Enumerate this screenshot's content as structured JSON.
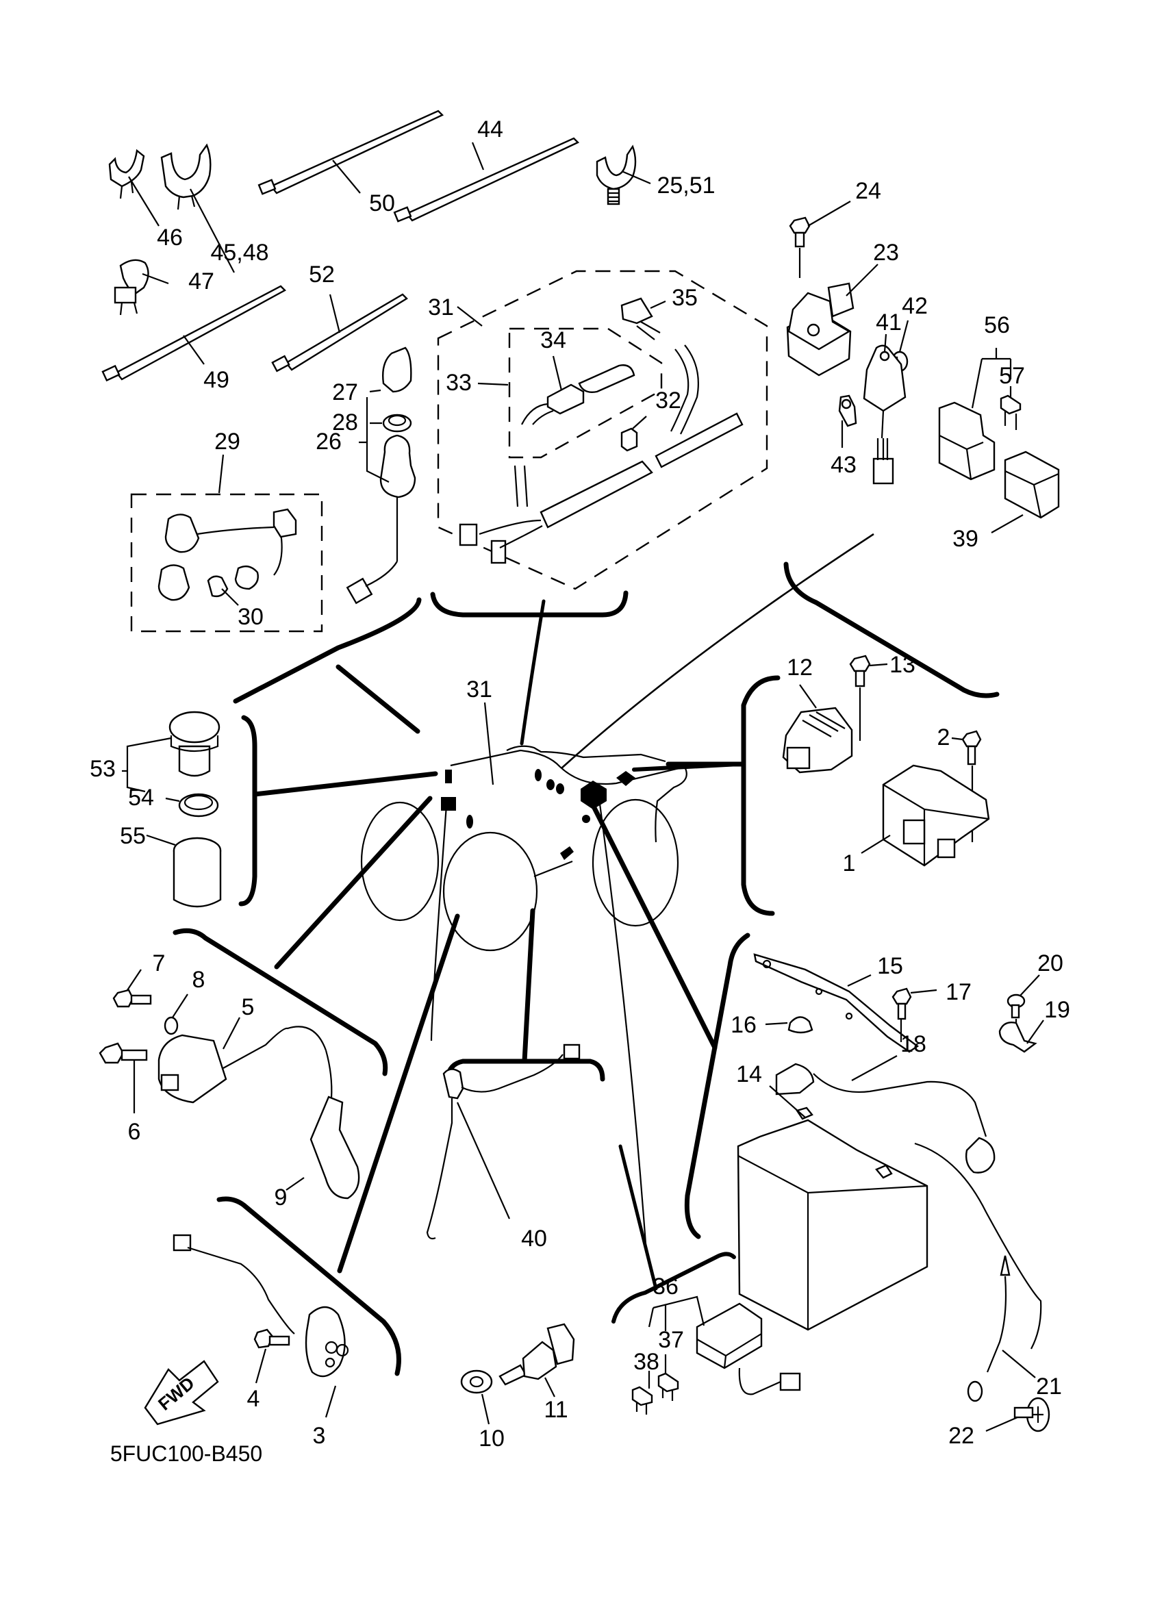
{
  "diagram": {
    "title_code": "5FUC100-B450",
    "fwd_arrow_label": "FWD",
    "callouts": [
      {
        "id": "46",
        "part": "clamp-small"
      },
      {
        "id": "45,48",
        "part": "clamp-large"
      },
      {
        "id": "50",
        "part": "cable-tie"
      },
      {
        "id": "44",
        "part": "cable-tie"
      },
      {
        "id": "25,51",
        "part": "clamp-screw"
      },
      {
        "id": "47",
        "part": "clamp"
      },
      {
        "id": "49",
        "part": "cable-tie"
      },
      {
        "id": "52",
        "part": "cable-tie"
      },
      {
        "id": "24",
        "part": "bolt"
      },
      {
        "id": "23",
        "part": "starter-relay"
      },
      {
        "id": "42",
        "part": "bolt"
      },
      {
        "id": "41",
        "part": "relay"
      },
      {
        "id": "43",
        "part": "clip"
      },
      {
        "id": "56",
        "part": "fuse-box"
      },
      {
        "id": "57",
        "part": "fuse"
      },
      {
        "id": "39",
        "part": "relay-unit"
      },
      {
        "id": "31",
        "part": "wire-harness"
      },
      {
        "id": "35",
        "part": "cap"
      },
      {
        "id": "34",
        "part": "connector"
      },
      {
        "id": "33",
        "part": "sub-harness"
      },
      {
        "id": "32",
        "part": "connector"
      },
      {
        "id": "27",
        "part": "key-cap"
      },
      {
        "id": "28",
        "part": "nut"
      },
      {
        "id": "26",
        "part": "main-switch"
      },
      {
        "id": "29",
        "part": "lead-set"
      },
      {
        "id": "30",
        "part": "bulb"
      },
      {
        "id": "53",
        "part": "socket"
      },
      {
        "id": "54",
        "part": "nut"
      },
      {
        "id": "55",
        "part": "cap"
      },
      {
        "id": "12",
        "part": "rectifier-regulator"
      },
      {
        "id": "13",
        "part": "bolt"
      },
      {
        "id": "2",
        "part": "bolt"
      },
      {
        "id": "1",
        "part": "cdi-unit"
      },
      {
        "id": "7",
        "part": "bolt"
      },
      {
        "id": "8",
        "part": "washer"
      },
      {
        "id": "5",
        "part": "ignition-coil"
      },
      {
        "id": "6",
        "part": "bolt"
      },
      {
        "id": "9",
        "part": "spark-plug-cap"
      },
      {
        "id": "15",
        "part": "battery-band"
      },
      {
        "id": "17",
        "part": "bolt"
      },
      {
        "id": "16",
        "part": "damper"
      },
      {
        "id": "20",
        "part": "rivet"
      },
      {
        "id": "19",
        "part": "clamp"
      },
      {
        "id": "18",
        "part": "battery-cable"
      },
      {
        "id": "14",
        "part": "battery"
      },
      {
        "id": "40",
        "part": "brake-switch"
      },
      {
        "id": "36",
        "part": "fuse-box"
      },
      {
        "id": "37",
        "part": "fuse"
      },
      {
        "id": "38",
        "part": "fuse"
      },
      {
        "id": "21",
        "part": "ground-lead"
      },
      {
        "id": "22",
        "part": "screw"
      },
      {
        "id": "4",
        "part": "bolt"
      },
      {
        "id": "3",
        "part": "neutral-switch"
      },
      {
        "id": "10",
        "part": "gasket"
      },
      {
        "id": "11",
        "part": "thermo-switch"
      }
    ]
  }
}
